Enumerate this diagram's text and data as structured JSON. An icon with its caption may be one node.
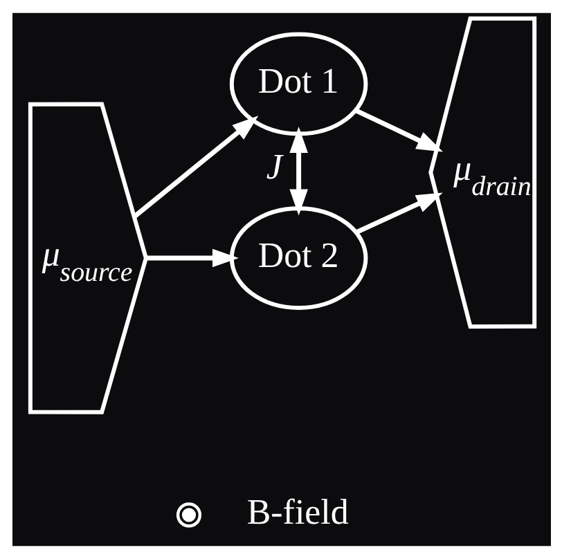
{
  "diagram": {
    "nodes": [
      {
        "text": [
          "μ$_{source}$"
        ]
      },
      {
        "text": [
          "Dot 1"
        ]
      },
      {
        "text": [
          "Dot 2"
        ]
      },
      {
        "text": [
          "μ$_{drain}$"
        ]
      },
      {
        "text": [],
        "shape": "circle",
        "beside": [
          "B-field"
        ]
      }
    ],
    "edges": [
      {
        "from": 0,
        "to": 1,
        "arrow": "to"
      },
      {
        "from": 1,
        "to": 3,
        "arrow": "to"
      },
      {
        "from": 1,
        "to": 2,
        "arrow": "both",
        "label": "J"
      },
      {
        "from": 0,
        "to": 2,
        "arrow": "to"
      },
      {
        "from": 2,
        "to": 3,
        "arrow": "to"
      }
    ]
  }
}
